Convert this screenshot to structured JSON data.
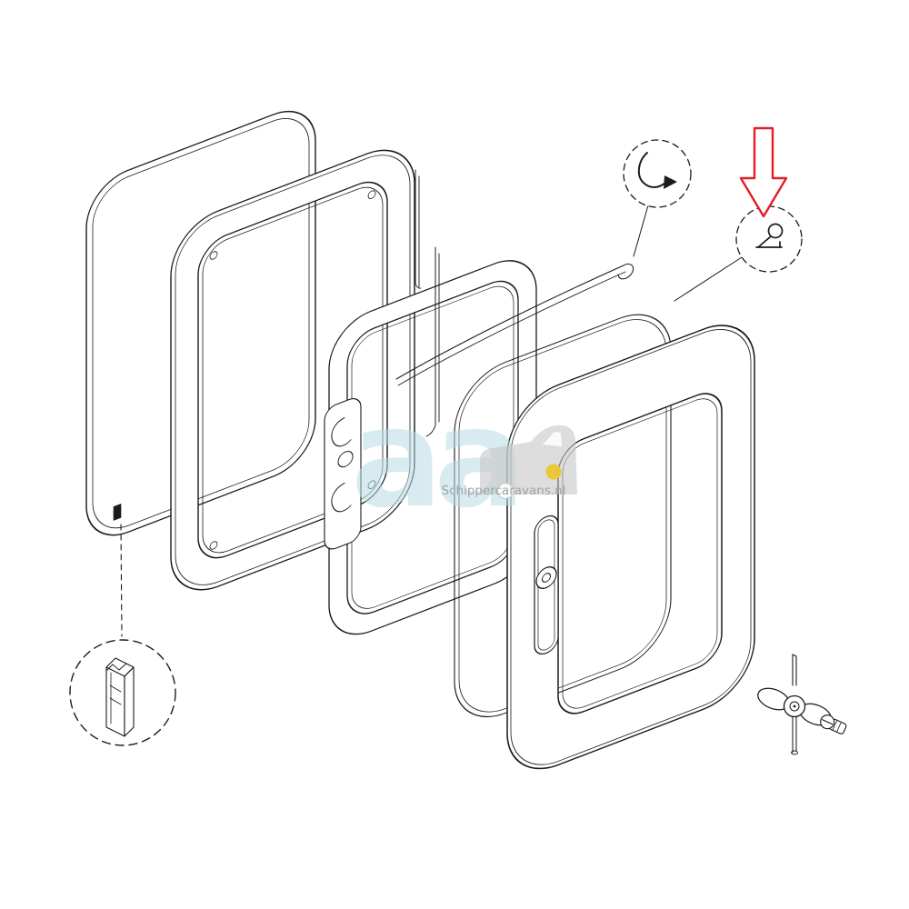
{
  "watermark": {
    "logo_text": "aa",
    "text": "Schippercaravans.nl",
    "logo_color": "#b7dae5",
    "van_color": "#c7c7c7",
    "wheel_color": "#ecc52f",
    "text_color": "#9f9f9f"
  },
  "colors": {
    "line": "#1b1b1b",
    "highlight_red": "#e31e26",
    "background": "#ffffff"
  },
  "symbols": [
    {
      "name": "rotate-arrow-symbol",
      "shape": "curved arrow in dashed circle"
    },
    {
      "name": "clip-fastener-symbol",
      "shape": "loop clip in dashed circle, target of red arrow"
    }
  ],
  "parts": [
    {
      "name": "rear-panel"
    },
    {
      "name": "inner-frame"
    },
    {
      "name": "latch-frame"
    },
    {
      "name": "rubber-seal-cord"
    },
    {
      "name": "seal-frame"
    },
    {
      "name": "front-frame"
    },
    {
      "name": "handle"
    },
    {
      "name": "retaining-clip-detail"
    },
    {
      "name": "wing-nut"
    },
    {
      "name": "screw"
    },
    {
      "name": "highlight-arrow"
    }
  ]
}
